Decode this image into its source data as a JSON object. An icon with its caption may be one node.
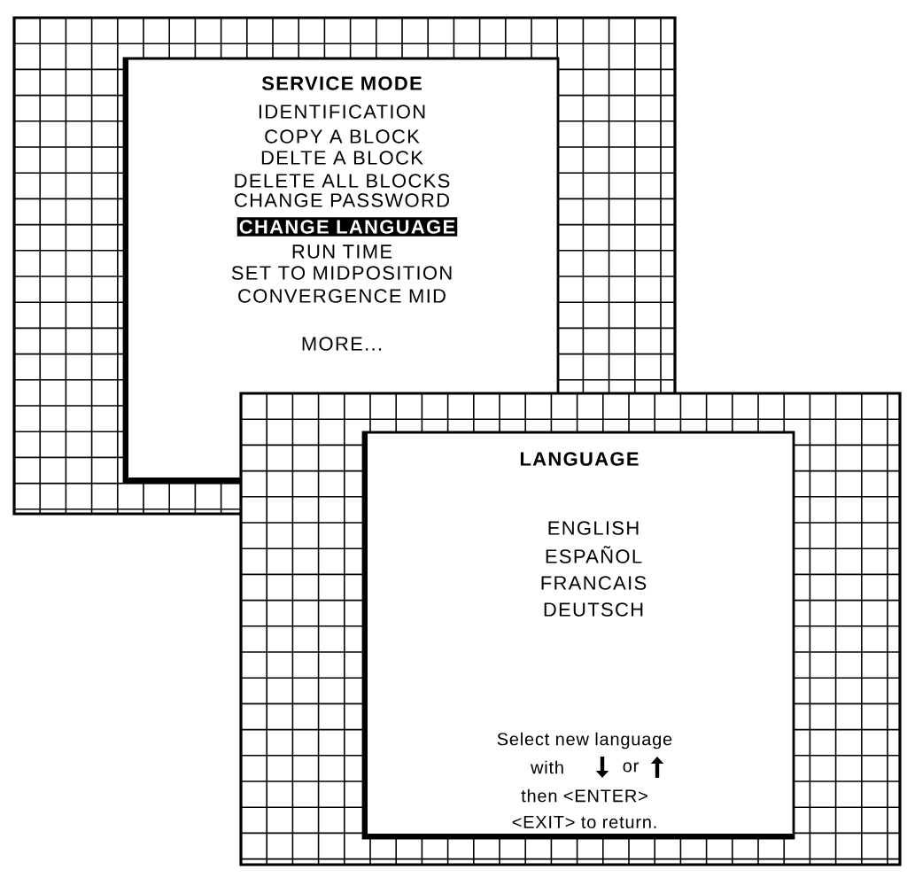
{
  "diagram": {
    "nodes": [
      {
        "text": [
          "SERVICE MODE",
          "IDENTIFICATION",
          "COPY A BLOCK",
          "DELTE A BLOCK",
          "DELETE ALL BLOCKS",
          "CHANGE PASSWORD",
          "RUN TIME",
          "SET TO MIDPOSITION",
          "CONVERGENCE MID",
          "MORE..."
        ]
      },
      {
        "text": [
          "CHANGE LANGUAGE"
        ],
        "in": 0
      },
      {
        "text": [
          "LANGUAGE",
          "ENGLISH",
          "ESPAÑOL",
          "FRANCAIS",
          "DEUTSCH",
          "Select new language",
          "with",
          "or",
          "then <ENTER>",
          "<EXIT> to return."
        ]
      }
    ]
  }
}
